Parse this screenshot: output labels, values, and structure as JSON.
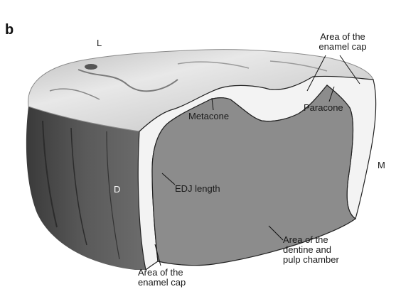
{
  "figure": {
    "panel_letter": "b",
    "orientation": {
      "lingual": "L",
      "distal": "D",
      "mesial": "M"
    },
    "labels": {
      "enamel_cap_top": "Area of the\nenamel cap",
      "enamel_cap_bottom": "Area of the\nenamel cap",
      "metacone": "Metacone",
      "paracone": "Paracone",
      "edj_length": "EDJ length",
      "dentine_pulp": "Area of the\ndentine and\npulp chamber"
    },
    "colors": {
      "dentine": "#8c8c8c",
      "enamel": "#f2f2f2",
      "tooth_surface": "#cfcfcf",
      "side_shadow": "#4a4a4a"
    }
  }
}
